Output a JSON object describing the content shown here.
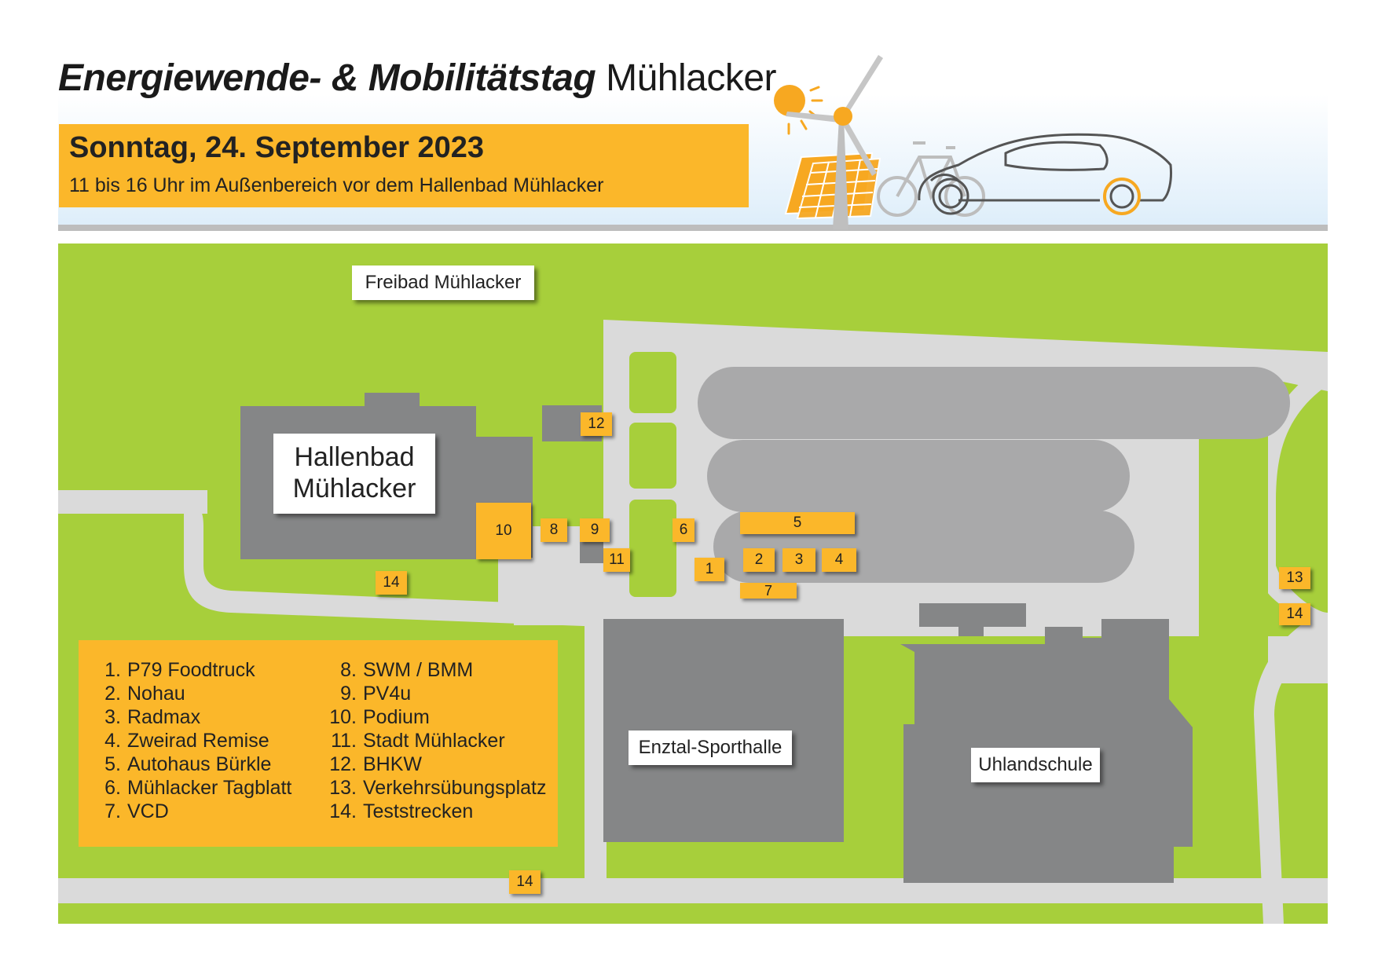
{
  "header": {
    "title_bold": "Energiewende- & Mobilitätstag",
    "title_regular": "Mühlacker",
    "date": "Sonntag, 24. September 2023",
    "time_location": "11 bis 16 Uhr im Außenbereich vor dem Hallenbad Mühlacker"
  },
  "map": {
    "labels": {
      "freibad": "Freibad Mühlacker",
      "hallenbad_line1": "Hallenbad",
      "hallenbad_line2": "Mühlacker",
      "sporthalle": "Enztal-Sporthalle",
      "uhlandschule": "Uhlandschule"
    },
    "markers": {
      "m1": "1",
      "m2": "2",
      "m3": "3",
      "m4": "4",
      "m5": "5",
      "m6": "6",
      "m7": "7",
      "m8": "8",
      "m9": "9",
      "m10": "10",
      "m11": "11",
      "m12": "12",
      "m13": "13",
      "m14a": "14",
      "m14b": "14",
      "m14c": "14"
    },
    "colors": {
      "grass": "#a7cf3b",
      "road": "#dadada",
      "parking": "#a9a9aa",
      "building": "#858687",
      "marker": "#fbb72a"
    }
  },
  "legend": [
    {
      "num": "1.",
      "label": "P79 Foodtruck"
    },
    {
      "num": "2.",
      "label": "Nohau"
    },
    {
      "num": "3.",
      "label": "Radmax"
    },
    {
      "num": "4.",
      "label": "Zweirad Remise"
    },
    {
      "num": "5.",
      "label": "Autohaus Bürkle"
    },
    {
      "num": "6.",
      "label": "Mühlacker Tagblatt"
    },
    {
      "num": "7.",
      "label": "VCD"
    },
    {
      "num": "8.",
      "label": "SWM / BMM"
    },
    {
      "num": "9.",
      "label": "PV4u"
    },
    {
      "num": "10.",
      "label": "Podium"
    },
    {
      "num": "11.",
      "label": "Stadt Mühlacker"
    },
    {
      "num": "12.",
      "label": "BHKW"
    },
    {
      "num": "13.",
      "label": "Verkehrsübungsplatz"
    },
    {
      "num": "14.",
      "label": "Teststrecken"
    }
  ]
}
